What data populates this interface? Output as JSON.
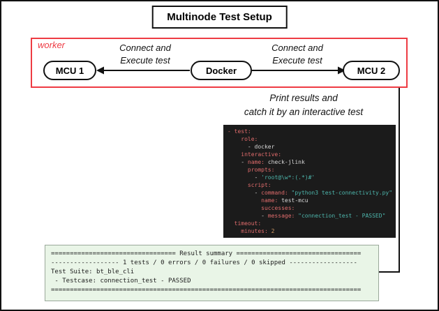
{
  "title": "Multinode Test Setup",
  "worker_box": {
    "label": "worker"
  },
  "nodes": {
    "mcu1": "MCU 1",
    "docker": "Docker",
    "mcu2": "MCU 2"
  },
  "arrow_labels": {
    "left": {
      "line1": "Connect and",
      "line2": "Execute test"
    },
    "right": {
      "line1": "Connect and",
      "line2": "Execute test"
    }
  },
  "caption": {
    "line1": "Print results and",
    "line2": "catch it by an interactive test"
  },
  "code_block": {
    "lines": [
      [
        {
          "t": "- ",
          "c": "k"
        },
        {
          "t": "test:",
          "c": "k"
        }
      ],
      [
        {
          "t": "    ",
          "c": "p"
        },
        {
          "t": "role:",
          "c": "k"
        }
      ],
      [
        {
          "t": "      - docker",
          "c": "p"
        }
      ],
      [
        {
          "t": "    ",
          "c": "p"
        },
        {
          "t": "interactive:",
          "c": "k"
        }
      ],
      [
        {
          "t": "    - ",
          "c": "p"
        },
        {
          "t": "name:",
          "c": "k"
        },
        {
          "t": " check-jlink",
          "c": "p"
        }
      ],
      [
        {
          "t": "      ",
          "c": "p"
        },
        {
          "t": "prompts:",
          "c": "k"
        }
      ],
      [
        {
          "t": "        - ",
          "c": "p"
        },
        {
          "t": "'root@\\w*:(.*)#'",
          "c": "s"
        }
      ],
      [
        {
          "t": "      ",
          "c": "p"
        },
        {
          "t": "script:",
          "c": "k"
        }
      ],
      [
        {
          "t": "        - ",
          "c": "p"
        },
        {
          "t": "command:",
          "c": "k"
        },
        {
          "t": " ",
          "c": "p"
        },
        {
          "t": "\"python3 test-connectivity.py\"",
          "c": "s"
        }
      ],
      [
        {
          "t": "          ",
          "c": "p"
        },
        {
          "t": "name:",
          "c": "k"
        },
        {
          "t": " test-mcu",
          "c": "p"
        }
      ],
      [
        {
          "t": "          ",
          "c": "p"
        },
        {
          "t": "successes:",
          "c": "k"
        }
      ],
      [
        {
          "t": "          - ",
          "c": "p"
        },
        {
          "t": "message:",
          "c": "k"
        },
        {
          "t": " ",
          "c": "p"
        },
        {
          "t": "\"connection_test - PASSED\"",
          "c": "s"
        }
      ],
      [
        {
          "t": "  ",
          "c": "p"
        },
        {
          "t": "timeout:",
          "c": "k"
        }
      ],
      [
        {
          "t": "    ",
          "c": "p"
        },
        {
          "t": "minutes:",
          "c": "k"
        },
        {
          "t": " ",
          "c": "p"
        },
        {
          "t": "2",
          "c": "n"
        }
      ]
    ]
  },
  "result_block": {
    "lines": [
      "================================= Result summary =================================",
      "------------------ 1 tests / 0 errors / 0 failures / 0 skipped ------------------",
      "Test Suite: bt_ble_cli",
      " - Testcase: connection_test - PASSED",
      "=================================================================================="
    ]
  },
  "colors": {
    "worker_border": "#ee3b43",
    "code_background": "#1b1b1b",
    "code_key": "#e06c6c",
    "code_string": "#4db6ac",
    "code_plain": "#d8d8d8",
    "result_background": "#e9f5e7",
    "line_color": "#111111"
  }
}
